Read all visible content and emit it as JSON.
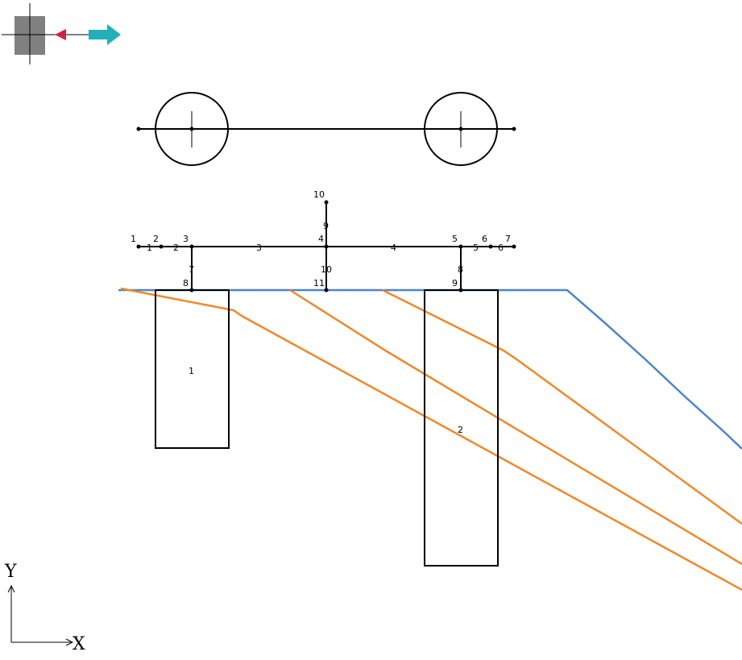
{
  "colors": {
    "ground_line": "#4a86c8",
    "layer_lines": "#f0882a",
    "structure": "#000000",
    "gizmo_box": "#808080",
    "arrow_left": "#d62040",
    "arrow_right": "#22b0b8"
  },
  "icons": {
    "view_gizmo": "crosshair-box-icon",
    "direction_left": "arrow-left-icon",
    "direction_right": "arrow-right-icon"
  },
  "axes": {
    "x_label": "X",
    "y_label": "Y"
  },
  "node_labels": {
    "deck": [
      "1",
      "2",
      "3",
      "4",
      "5",
      "6",
      "7"
    ],
    "column_top": [
      "7",
      "9",
      "8"
    ],
    "column_bottom": [
      "8",
      "11",
      "9"
    ],
    "mast_top": "10",
    "mast_mid": "9",
    "column_mid_left": "7",
    "column_mid_center": "10",
    "column_mid_right": "8"
  },
  "element_labels": {
    "deck": [
      "1",
      "2",
      "3",
      "4",
      "5",
      "6"
    ]
  },
  "footing_labels": [
    "1",
    "2"
  ]
}
